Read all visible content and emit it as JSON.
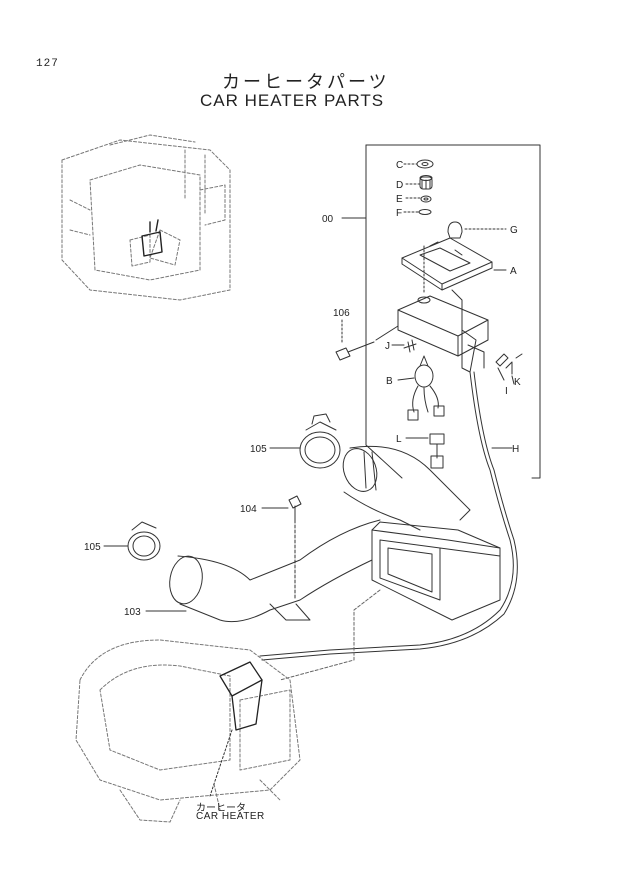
{
  "header": {
    "page_number": "127",
    "title_jp": "カーヒータパーツ",
    "title_en": "CAR HEATER PARTS"
  },
  "callouts": {
    "assembly": "00",
    "c": "C",
    "d": "D",
    "e": "E",
    "f": "F",
    "g": "G",
    "a": "A",
    "part_106": "106",
    "j": "J",
    "k": "K",
    "i": "I",
    "b": "B",
    "l": "L",
    "h": "H",
    "part_105_upper": "105",
    "part_104": "104",
    "part_105_lower": "105",
    "part_103": "103"
  },
  "caption": {
    "jp": "カーヒータ",
    "en": "CAR HEATER"
  }
}
